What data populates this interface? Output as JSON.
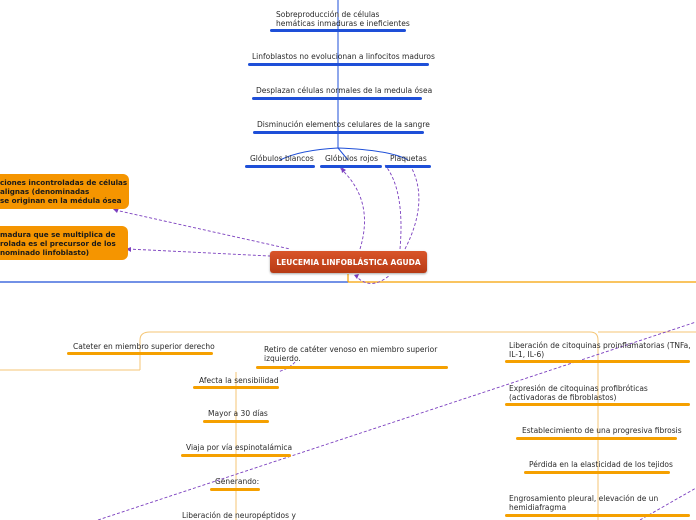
{
  "colors": {
    "blue": "#1e4fd8",
    "orange": "#f5a000",
    "central": "#c8461d",
    "connector": "#7b3fbf"
  },
  "central": {
    "title": "LEUCEMIA LINFOBLÁSTICA AGUDA"
  },
  "left_boxes": [
    {
      "lines": [
        "ciones incontroladas de células",
        "alignas (denominadas",
        "se originan en la médula ósea"
      ]
    },
    {
      "lines": [
        "madura que se multiplica de",
        "rolada es el precursor de los",
        "nominado linfoblasto)"
      ]
    }
  ],
  "top_nodes": [
    {
      "lines": [
        "Sobreproducción de células",
        "hemáticas inmaduras e ineficientes"
      ]
    },
    {
      "lines": [
        "Linfoblastos no evolucionan a linfocitos maduros"
      ]
    },
    {
      "lines": [
        "Desplazan células normales de la medula ósea"
      ]
    },
    {
      "lines": [
        "Disminución elementos celulares de la sangre"
      ]
    }
  ],
  "blood_nodes": [
    {
      "label": "Glóbulos blancos"
    },
    {
      "label": "Glóbulos rojos"
    },
    {
      "label": "Plaquetas"
    }
  ],
  "lower_left": [
    {
      "lines": [
        "Cateter  en miembro superior derecho"
      ]
    },
    {
      "lines": [
        "Afecta la sensibilidad"
      ]
    },
    {
      "lines": [
        "Mayor a 30 días"
      ]
    },
    {
      "lines": [
        "Viaja por vía espinotalámica"
      ]
    },
    {
      "lines": [
        "Generando:"
      ]
    },
    {
      "lines": [
        "Liberación de neuropéptidos y"
      ]
    }
  ],
  "retiro": {
    "lines": [
      "Retiro de catéter venoso en miembro superior",
      "izquierdo."
    ]
  },
  "lower_right": [
    {
      "lines": [
        "Liberación de citoquinas proinflamatorias (TNFa,",
        "IL-1, IL-6)"
      ]
    },
    {
      "lines": [
        "Expresión de citoquinas profibróticas",
        "(activadoras de fibroblastos)"
      ]
    },
    {
      "lines": [
        "Establecimiento de una progresiva fibrosis"
      ]
    },
    {
      "lines": [
        "Pérdida en la elasticidad de los tejidos"
      ]
    },
    {
      "lines": [
        "Engrosamiento pleural, elevación de un",
        "hemidiafragma"
      ]
    }
  ]
}
